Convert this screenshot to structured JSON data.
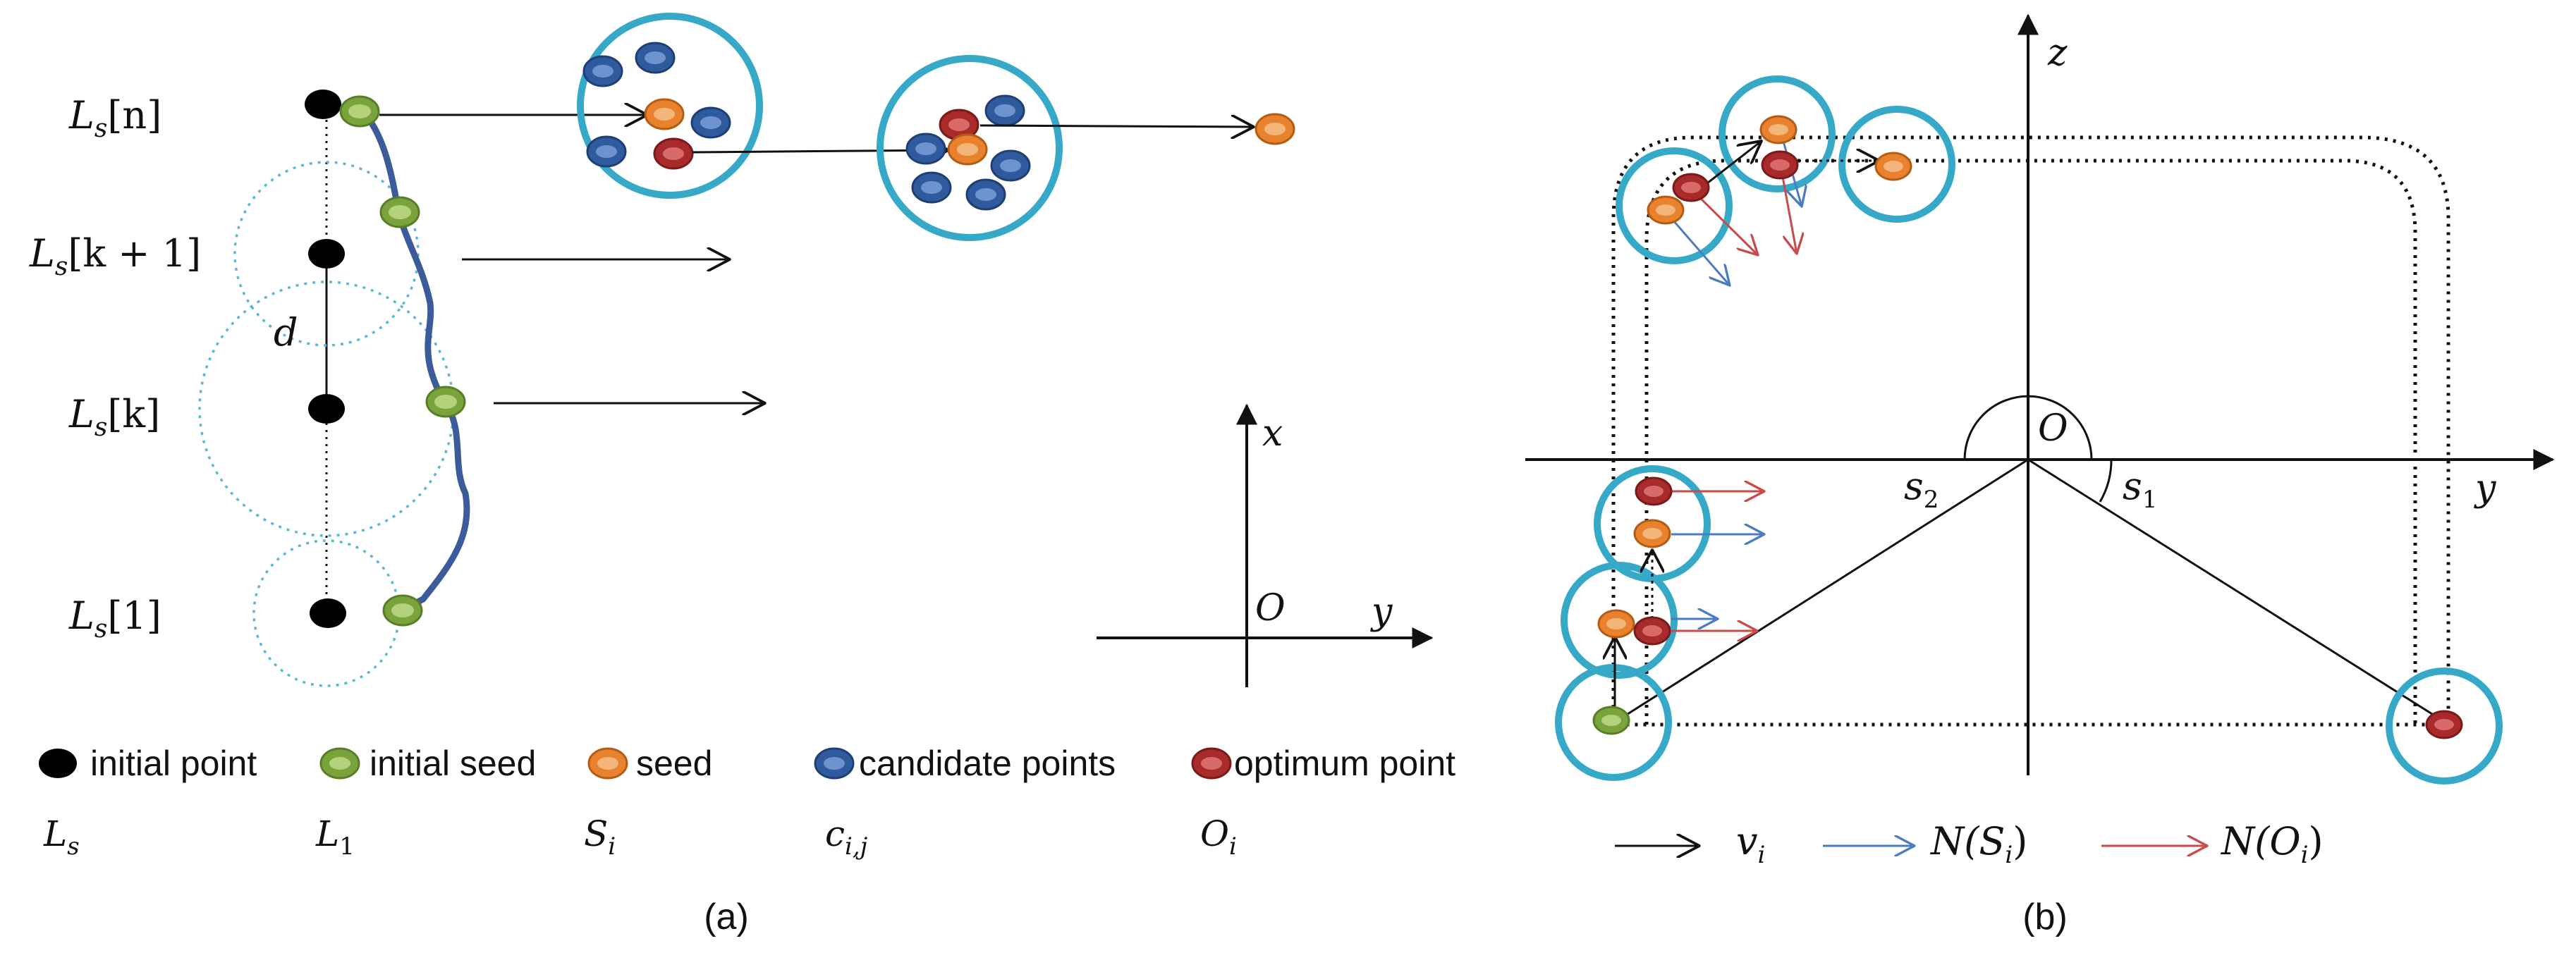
{
  "panel_a": {
    "row_labels": [
      {
        "base": "L",
        "sub": "s",
        "rest": "[n]"
      },
      {
        "base": "L",
        "sub": "s",
        "rest": "[k + 1]"
      },
      {
        "base": "L",
        "sub": "s",
        "rest": "[k]"
      },
      {
        "base": "L",
        "sub": "s",
        "rest": "[1]"
      }
    ],
    "distance_label": "d",
    "axes": {
      "x_label": "x",
      "y_label": "y",
      "origin_label": "O"
    },
    "legend": [
      {
        "label": "initial point",
        "symbol_base": "L",
        "symbol_sub": "s",
        "color": "#000000"
      },
      {
        "label": "initial seed",
        "symbol_base": "L",
        "symbol_sub": "1",
        "color": "#79a33b"
      },
      {
        "label": "seed",
        "symbol_base": "S",
        "symbol_sub": "i",
        "color": "#e8822e"
      },
      {
        "label": "candidate points",
        "symbol_base": "c",
        "symbol_sub": "i,j",
        "color": "#2f5b9e"
      },
      {
        "label": "optimum point",
        "symbol_base": "O",
        "symbol_sub": "i",
        "color": "#a82a2a"
      }
    ],
    "caption": "(a)"
  },
  "panel_b": {
    "axes": {
      "z_label": "z",
      "y_label": "y",
      "origin_label": "O"
    },
    "angle_labels": [
      {
        "base": "s",
        "sub": "2"
      },
      {
        "base": "s",
        "sub": "1"
      }
    ],
    "legend": [
      {
        "base": "v",
        "sub": "i",
        "rest": "",
        "color": "#111111"
      },
      {
        "base": "N(S",
        "sub": "i",
        "rest": ")",
        "color": "#4a7cc0"
      },
      {
        "base": "N(O",
        "sub": "i",
        "rest": ")",
        "color": "#c84a4a"
      }
    ],
    "caption": "(b)"
  },
  "colors": {
    "initial_point": "#000000",
    "initial_seed": "#79a33b",
    "seed": "#e8822e",
    "candidate": "#2f5b9e",
    "optimum": "#a82a2a",
    "search_circle": "#36a9c9",
    "path_line": "#3b5b9a",
    "normal_seed_arrow": "#4a7cc0",
    "normal_opt_arrow": "#c84a4a"
  }
}
